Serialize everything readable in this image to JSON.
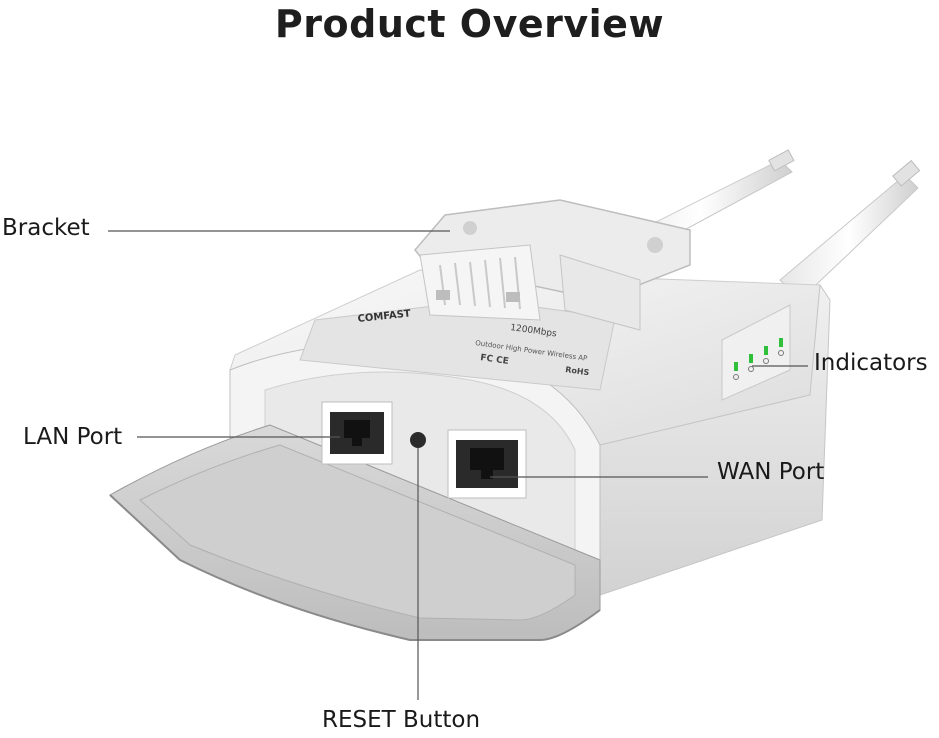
{
  "title": "Product Overview",
  "labels": {
    "bracket": "Bracket",
    "lan_port": "LAN Port",
    "wan_port": "WAN Port",
    "indicators": "Indicators",
    "reset_button": "RESET Button"
  },
  "device": {
    "brand": "COMFAST",
    "model_line": "1200Mbps",
    "subtitle": "Outdoor High Power Wireless AP",
    "cert_marks": "FC CE",
    "rohs": "RoHS",
    "indicator_count": 4
  },
  "colors": {
    "leader_line": "#555555",
    "device_body": "#f2f2f2",
    "indicator_led": "#2fbf3a"
  }
}
